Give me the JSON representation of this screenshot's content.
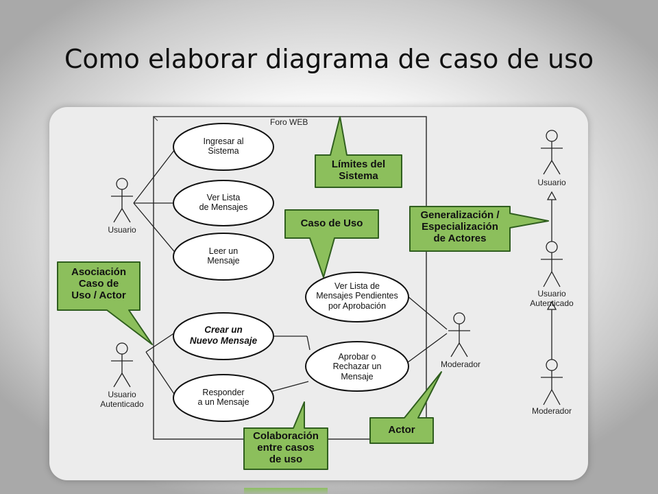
{
  "slide": {
    "title": "Como elaborar diagrama de caso de uso"
  },
  "diagram": {
    "boundary_label": "Foro WEB",
    "use_cases": {
      "ingresar": [
        "Ingresar al",
        "Sistema"
      ],
      "ver_lista": [
        "Ver Lista",
        "de Mensajes"
      ],
      "leer": [
        "Leer un",
        "Mensaje"
      ],
      "ver_pendientes": [
        "Ver Lista de",
        "Mensajes Pendientes",
        "por Aprobación"
      ],
      "crear": [
        "Crear un",
        "Nuevo Mensaje"
      ],
      "aprobar": [
        "Aprobar o",
        "Rechazar un",
        "Mensaje"
      ],
      "responder": [
        "Responder",
        "a un Mensaje"
      ]
    },
    "actors": {
      "usuario": "Usuario",
      "usuario_autenticado": [
        "Usuario",
        "Autenticado"
      ],
      "moderador": "Moderador",
      "gen_usuario": "Usuario",
      "gen_usuario_autenticado": [
        "Usuario",
        "Autenticado"
      ],
      "gen_moderador": "Moderador"
    },
    "callouts": {
      "limites": [
        "Límites del",
        "Sistema"
      ],
      "caso_uso": [
        "Caso de Uso"
      ],
      "generalizacion": [
        "Generalización /",
        "Especialización",
        "de Actores"
      ],
      "asociacion": [
        "Asociación",
        "Caso de",
        "Uso / Actor"
      ],
      "colaboracion": [
        "Colaboración",
        "entre casos",
        "de uso"
      ],
      "actor": [
        "Actor"
      ]
    },
    "colors": {
      "callout_fill": "#8cbf5c",
      "callout_border": "#2f5e1e",
      "line": "#222222",
      "usecase_fill": "#ffffff"
    }
  }
}
